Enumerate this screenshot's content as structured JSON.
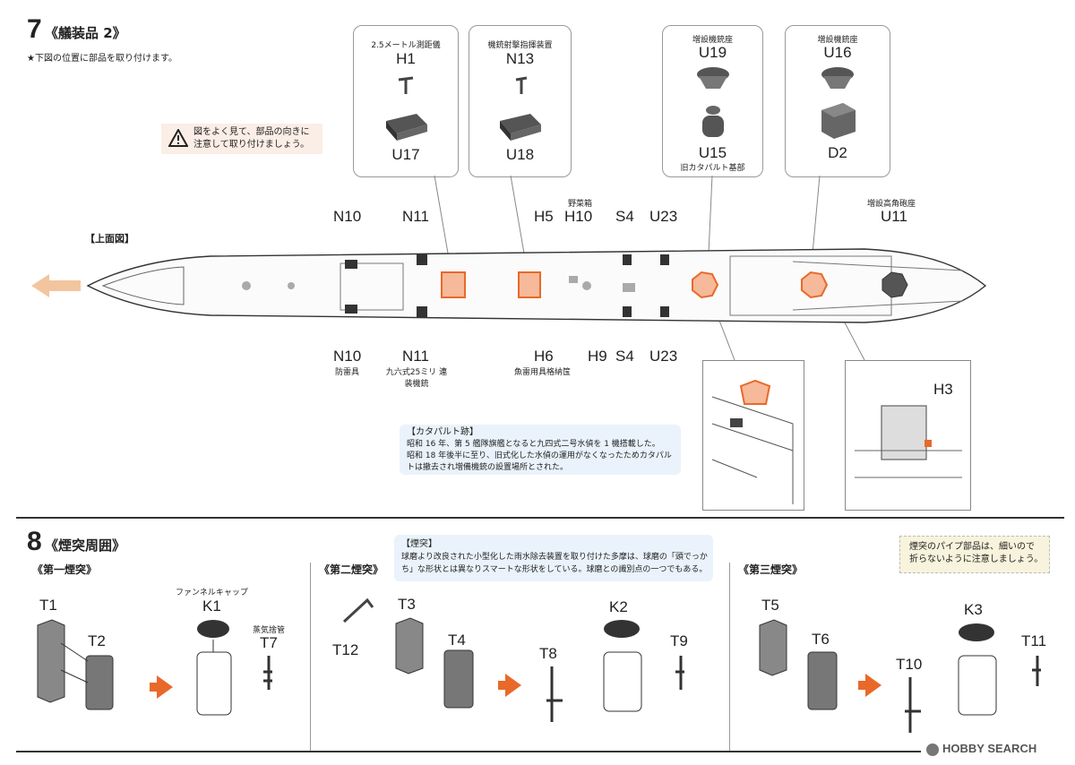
{
  "step7": {
    "number": "7",
    "title": "《艤装品 2》",
    "instruction": "★下図の位置に部品を取り付けます。",
    "warning": {
      "line1": "図をよく見て、部品の向きに",
      "line2": "注意して取り付けましょう。"
    },
    "top_view_label": "【上面図】",
    "callouts": [
      {
        "caption": "2.5メートル測距儀",
        "top": "H1",
        "bottom": "U17",
        "bottom_caption": ""
      },
      {
        "caption": "機銃射撃指揮装置",
        "top": "N13",
        "bottom": "U18",
        "bottom_caption": ""
      },
      {
        "caption": "増設機銃座",
        "top": "U19",
        "bottom": "U15",
        "bottom_caption": "旧カタパルト基部"
      },
      {
        "caption": "増設機銃座",
        "top": "U16",
        "bottom": "D2",
        "bottom_caption": ""
      }
    ],
    "ship_labels_top": [
      {
        "text": "N10",
        "caption": ""
      },
      {
        "text": "N11",
        "caption": ""
      },
      {
        "text": "H5",
        "caption": ""
      },
      {
        "text": "H10",
        "caption": "野菜箱"
      },
      {
        "text": "S4",
        "caption": ""
      },
      {
        "text": "U23",
        "caption": ""
      },
      {
        "text": "U11",
        "caption": "増設高角砲座"
      }
    ],
    "ship_labels_bottom": [
      {
        "text": "N10",
        "caption": "防雷具"
      },
      {
        "text": "N11",
        "caption": "九六式25ミリ 連装機銃"
      },
      {
        "text": "H6",
        "caption": "魚雷用具格納筺"
      },
      {
        "text": "H9",
        "caption": ""
      },
      {
        "text": "S4",
        "caption": ""
      },
      {
        "text": "U23",
        "caption": ""
      }
    ],
    "detail_label": "H3",
    "catapult_note": {
      "title": "【カタパルト跡】",
      "lines": [
        "昭和 16 年、第 5 艦隊旗艦となると九四式二号水偵を 1 機搭載した。",
        "昭和 18 年後半に至り、旧式化した水偵の運用がなくなったためカタパル",
        "トは撤去され増備機銃の設置場所とされた。"
      ]
    }
  },
  "step8": {
    "number": "8",
    "title": "《煙突周囲》",
    "funnel_note": {
      "title": "【煙突】",
      "line1": "球磨より改良された小型化した雨水除去装置を取り付けた多摩は、球磨の「頭でっか",
      "line2": "ち」な形状とは異なりスマートな形状をしている。球磨との識別点の一つでもある。"
    },
    "pipe_note": {
      "line1": "煙突のパイプ部品は、細いので",
      "line2": "折らないように注意しましょう。"
    },
    "funnels": [
      {
        "title": "《第一煙突》",
        "a": "T1",
        "b": "T2",
        "cap_caption": "ファンネルキャップ",
        "cap": "K1",
        "pipe_caption": "蒸気捨管",
        "pipe": "T7",
        "extra": ""
      },
      {
        "title": "《第二煙突》",
        "a": "T3",
        "b": "T4",
        "cap_caption": "",
        "cap": "K2",
        "pipe_caption": "",
        "pipe": "T9",
        "extra": "T12",
        "extra2": "T8"
      },
      {
        "title": "《第三煙突》",
        "a": "T5",
        "b": "T6",
        "cap_caption": "",
        "cap": "K3",
        "pipe_caption": "",
        "pipe": "T11",
        "extra": "",
        "extra2": "T10"
      }
    ]
  },
  "watermark": "HOBBY SEARCH",
  "colors": {
    "accent": "#e8692a",
    "note_bg": "#eaf3fb",
    "warn_bg": "#fbeee6",
    "pipe_bg": "#f7f3dc"
  }
}
